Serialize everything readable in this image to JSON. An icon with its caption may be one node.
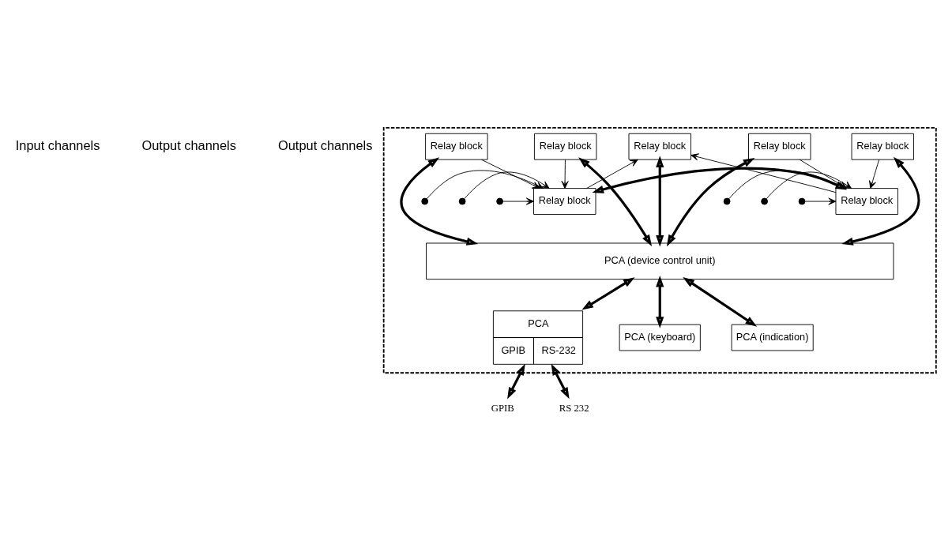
{
  "diagram": {
    "nodes": [
      {
        "text": [],
        "shape": "box"
      },
      {
        "text": [
          "Relay block"
        ],
        "in": 0
      },
      {
        "text": [
          "Relay block"
        ],
        "in": 0
      },
      {
        "text": [
          "Relay block"
        ],
        "in": 0
      },
      {
        "text": [
          "Relay block"
        ],
        "in": 0
      },
      {
        "text": [
          "Relay block"
        ],
        "in": 0
      },
      {
        "text": [
          "Relay block"
        ],
        "in": 0
      },
      {
        "text": [
          "Relay block"
        ],
        "in": 0
      },
      {
        "text": [
          "PCA (device control unit)"
        ],
        "in": 0
      },
      {
        "text": [
          "PCA",
          "GPIB",
          "RS-232"
        ],
        "in": 0
      },
      {
        "text": [
          "PCA (keyboard)"
        ],
        "in": 0
      },
      {
        "text": [
          "PCA (indication)"
        ],
        "in": 0
      },
      {
        "text": [
          "GPIB"
        ]
      },
      {
        "text": [
          "RS 232"
        ]
      }
    ],
    "edges": [
      {
        "from": 1,
        "to": 8,
        "arrow": "both",
        "style": "thick"
      },
      {
        "from": 2,
        "to": 8,
        "arrow": "both",
        "style": "thick"
      },
      {
        "from": 3,
        "to": 8,
        "arrow": "both",
        "style": "thick"
      },
      {
        "from": 4,
        "to": 8,
        "arrow": "both",
        "style": "thick"
      },
      {
        "from": 5,
        "to": 8,
        "arrow": "both",
        "style": "thick"
      },
      {
        "from": 2,
        "to": 6,
        "arrow": "to"
      },
      {
        "from": null,
        "to": 6,
        "arrow": "to"
      },
      {
        "from": null,
        "to": 6,
        "arrow": "to"
      },
      {
        "from": null,
        "to": 6,
        "arrow": "to"
      },
      {
        "from": 1,
        "to": 6,
        "arrow": "to"
      },
      {
        "from": 6,
        "to": 3,
        "arrow": "to"
      },
      {
        "from": 7,
        "to": 3,
        "arrow": "to"
      },
      {
        "from": 4,
        "to": 7,
        "arrow": "to"
      },
      {
        "from": null,
        "to": 7,
        "arrow": "to"
      },
      {
        "from": null,
        "to": 7,
        "arrow": "to"
      },
      {
        "from": null,
        "to": 7,
        "arrow": "to"
      },
      {
        "from": 5,
        "to": 7,
        "arrow": "to"
      },
      {
        "from": 6,
        "to": 7,
        "arrow": "both",
        "style": "thick"
      },
      {
        "from": 8,
        "to": 9,
        "arrow": "both",
        "style": "thick"
      },
      {
        "from": 8,
        "to": 10,
        "arrow": "both",
        "style": "thick"
      },
      {
        "from": 8,
        "to": 11,
        "arrow": "both",
        "style": "thick"
      },
      {
        "from": 9,
        "to": 12,
        "arrow": "both",
        "style": "thick"
      },
      {
        "from": 9,
        "to": 13,
        "arrow": "both",
        "style": "thick"
      }
    ],
    "labels": [
      "Input channels",
      "Output channels",
      "Output channels"
    ]
  }
}
